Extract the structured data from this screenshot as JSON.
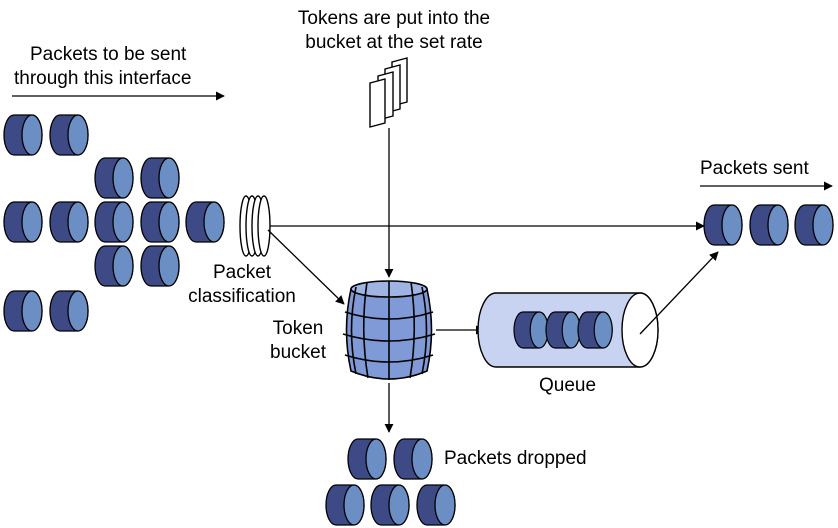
{
  "labels": {
    "tokens_line1": "Tokens are put into the",
    "tokens_line2": "bucket at the set rate",
    "packets_to_send_line1": "Packets to be sent",
    "packets_to_send_line2": "through this interface",
    "packet_classification_line1": "Packet",
    "packet_classification_line2": "classification",
    "token_bucket_line1": "Token",
    "token_bucket_line2": "bucket",
    "queue": "Queue",
    "packets_sent": "Packets sent",
    "packets_dropped": "Packets dropped"
  },
  "colors": {
    "packet_front": "#6b8fc4",
    "packet_body": "#3d4a85",
    "barrel": "#7f9ad6",
    "queue_fill": "#c7d3f0",
    "stroke": "#000000"
  }
}
